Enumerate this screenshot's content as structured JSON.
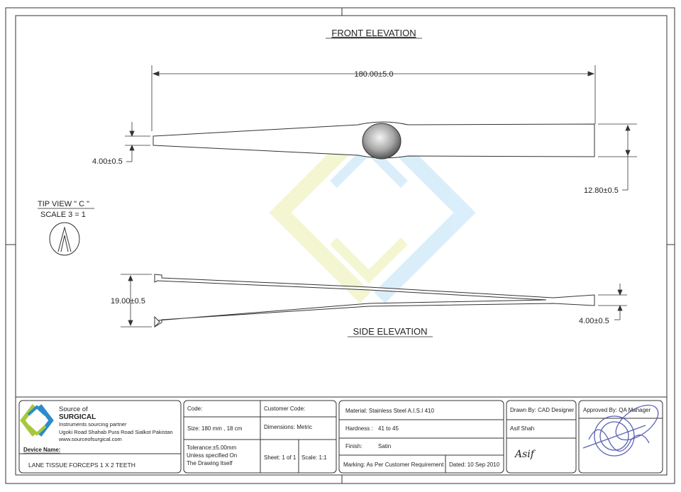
{
  "drawing": {
    "front_title": "FRONT ELEVATION",
    "side_title": "SIDE ELEVATION",
    "tip_view_title": "TIP VIEW \" C \"",
    "tip_view_scale": "SCALE 3 = 1",
    "dimensions": {
      "overall_length": "180.00±5.0",
      "front_tip_width": "4.00±0.5",
      "front_handle_width": "12.80±0.5",
      "side_opening": "19.00±0.5",
      "side_tip_width": "4.00±0.5"
    }
  },
  "title_block": {
    "company": {
      "line1": "Source of",
      "line2": "SURGICAL",
      "tagline": "Instruments sourcing partner",
      "address": "Ugoki Road Shahab Pura Road Sialkot Pakistan",
      "website": "www.sourceofsurgical.com"
    },
    "device_label": "Device Name:",
    "device_name": "LANE TISSUE FORCEPS 1 X 2 TEETH",
    "code": "Code:",
    "customer_code": "Customer Code:",
    "size": "Size:  180 mm , 18 cm",
    "dimensions_unit": "Dimensions: Metric",
    "tolerance_1": "Tolerance:±5.00mm",
    "tolerance_2": "Unless specified On",
    "tolerance_3": "The Drawing Itself",
    "sheet": "Sheet:  1 of 1",
    "scale": "Scale:  1:1",
    "material": "Material: Stainless Steel A.I.S.I 410",
    "hardness_label": "Hardness  :",
    "hardness_value": "41 to 45",
    "finish_label": "Finish:",
    "finish_value": "Satin",
    "marking": "Marking: As Per Customer Requirement",
    "dated": "Dated: 10 Sep 2010",
    "drawn_by_label": "Drawn By: CAD Designer",
    "drawn_by_name": "Asif Shah",
    "signature": "Asif",
    "approved_by": "Approved By: QA Manager"
  }
}
